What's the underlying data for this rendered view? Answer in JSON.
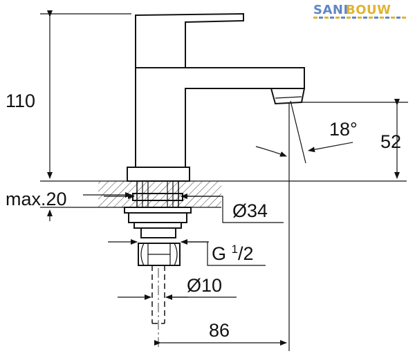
{
  "logo": {
    "brand_a": "SANI",
    "brand_b": "BOUW",
    "color_blue": "#5f86c4",
    "color_gold": "#e0b432"
  },
  "dimensions": {
    "height_total": "110",
    "height_spout": "52",
    "spout_angle": "18°",
    "max_thickness": "max.20",
    "hole_diameter": "Ø34",
    "thread_prefix": "G ",
    "thread_num": "1",
    "thread_den": "/2",
    "pipe_diameter": "Ø10",
    "projection": "86"
  },
  "colors": {
    "line": "#111111",
    "hatch": "#444444"
  }
}
